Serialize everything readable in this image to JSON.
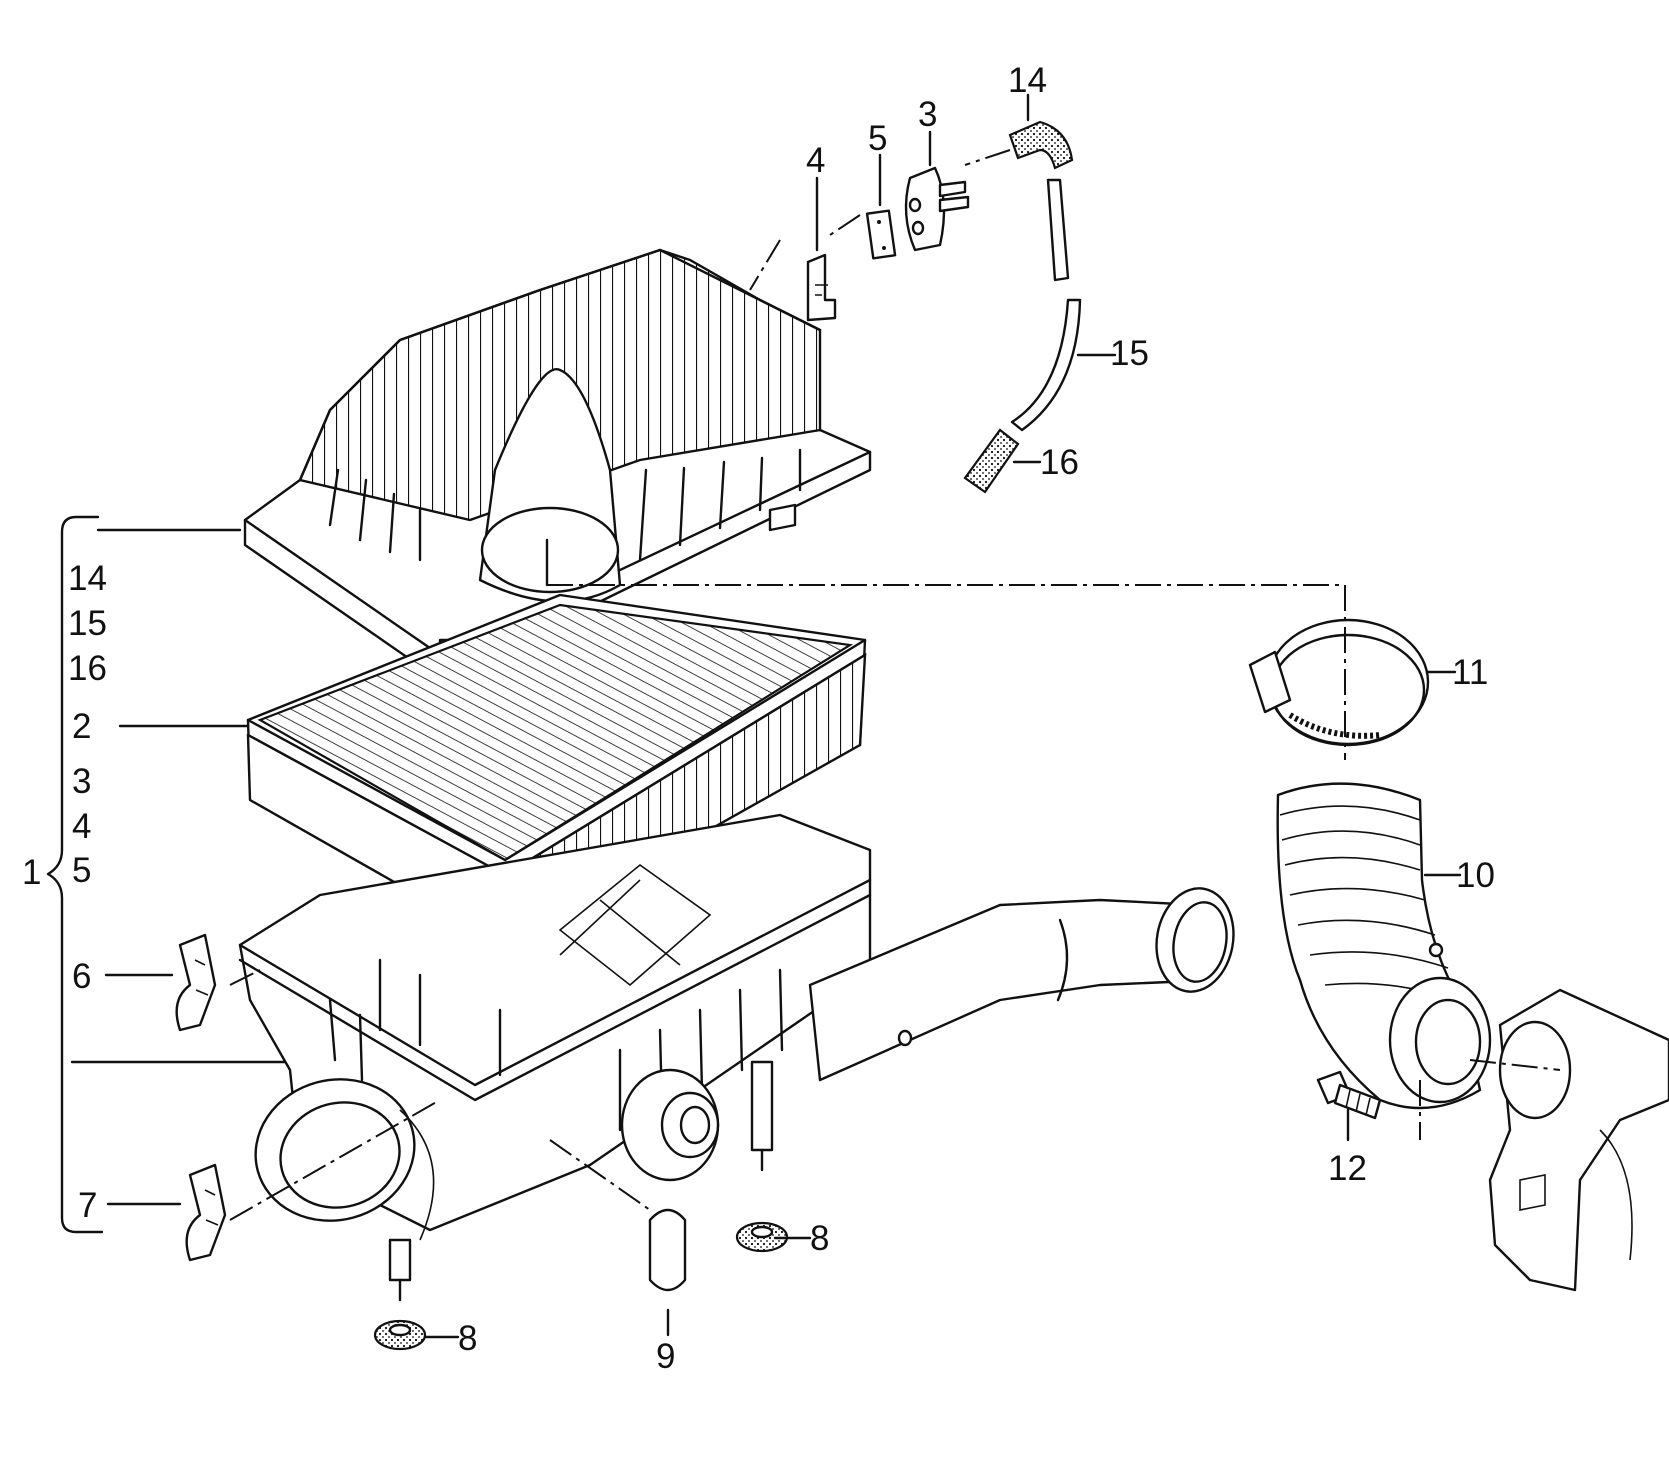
{
  "callouts": {
    "group": "1",
    "group_items": [
      "14",
      "15",
      "16",
      "2",
      "3",
      "4",
      "5"
    ],
    "c2": "2",
    "c3": "3",
    "c4": "4",
    "c5": "5",
    "c6": "6",
    "c7": "7",
    "c8a": "8",
    "c8b": "8",
    "c9": "9",
    "c10": "10",
    "c11": "11",
    "c12": "12",
    "c14": "14",
    "c15": "15",
    "c16": "16"
  }
}
